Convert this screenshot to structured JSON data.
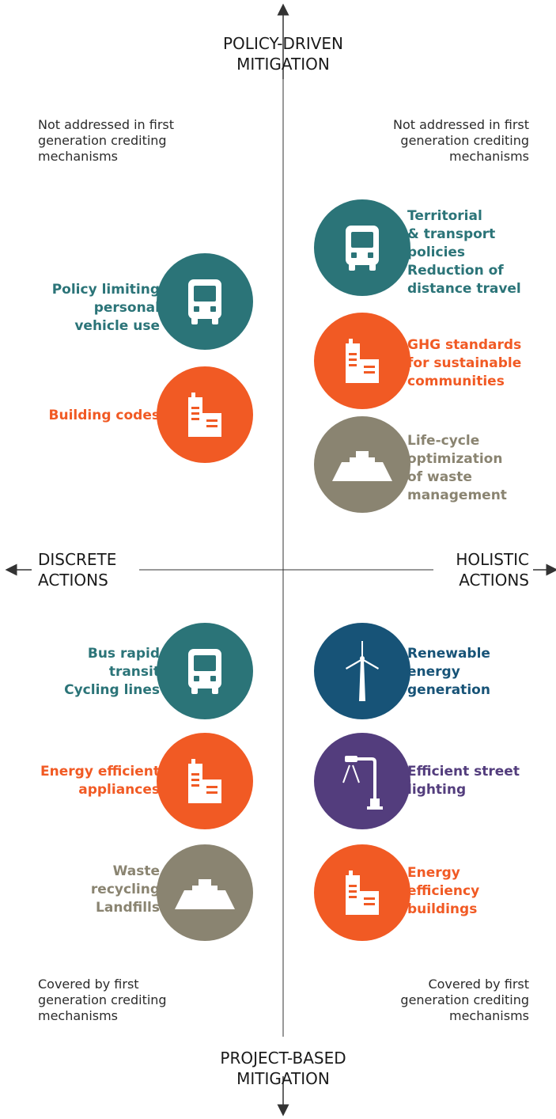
{
  "axes": {
    "top": "POLICY-DRIVEN\nMITIGATION",
    "bottom": "PROJECT-BASED\nMITIGATION",
    "left": "DISCRETE\nACTIONS",
    "right": "HOLISTIC\nACTIONS"
  },
  "notes": {
    "top_left": "Not addressed in first\ngeneration crediting\nmechanisms",
    "top_right": "Not addressed in first\ngeneration crediting\nmechanisms",
    "bottom_left": "Covered by first\ngeneration crediting\nmechanisms",
    "bottom_right": "Covered by first\ngeneration crediting\nmechanisms"
  },
  "colors": {
    "teal": "#2b7478",
    "orange": "#f15a24",
    "gray": "#8a8471",
    "navy": "#175377",
    "purple": "#533d7d",
    "axis": "#333333"
  },
  "items": {
    "tl1": {
      "label": "Policy limiting\npersonal\nvehicle use",
      "icon": "bus-icon",
      "color": "#2b7478"
    },
    "tl2": {
      "label": "Building codes",
      "icon": "building-icon",
      "color": "#f15a24"
    },
    "tr1": {
      "label": "Territorial\n& transport\npolicies\nReduction of\ndistance travel",
      "icon": "bus-icon",
      "color": "#2b7478"
    },
    "tr2": {
      "label": "GHG standards\nfor sustainable\ncommunities",
      "icon": "building-icon",
      "color": "#f15a24"
    },
    "tr3": {
      "label": "Life-cycle\noptimization\nof waste\nmanagement",
      "icon": "landfill-icon",
      "color": "#8a8471"
    },
    "bl1": {
      "label": "Bus rapid\ntransit\nCycling lines",
      "icon": "bus-icon",
      "color": "#2b7478"
    },
    "bl2": {
      "label": "Energy efficient\nappliances",
      "icon": "building-icon",
      "color": "#f15a24"
    },
    "bl3": {
      "label": "Waste\nrecycling\nLandfills",
      "icon": "landfill-icon",
      "color": "#8a8471"
    },
    "br1": {
      "label": "Renewable\nenergy\ngeneration",
      "icon": "wind-turbine-icon",
      "color": "#175377"
    },
    "br2": {
      "label": "Efficient street\nlighting",
      "icon": "street-lamp-icon",
      "color": "#533d7d"
    },
    "br3": {
      "label": "Energy\nefficiency\nbuildings",
      "icon": "building-icon",
      "color": "#f15a24"
    }
  }
}
